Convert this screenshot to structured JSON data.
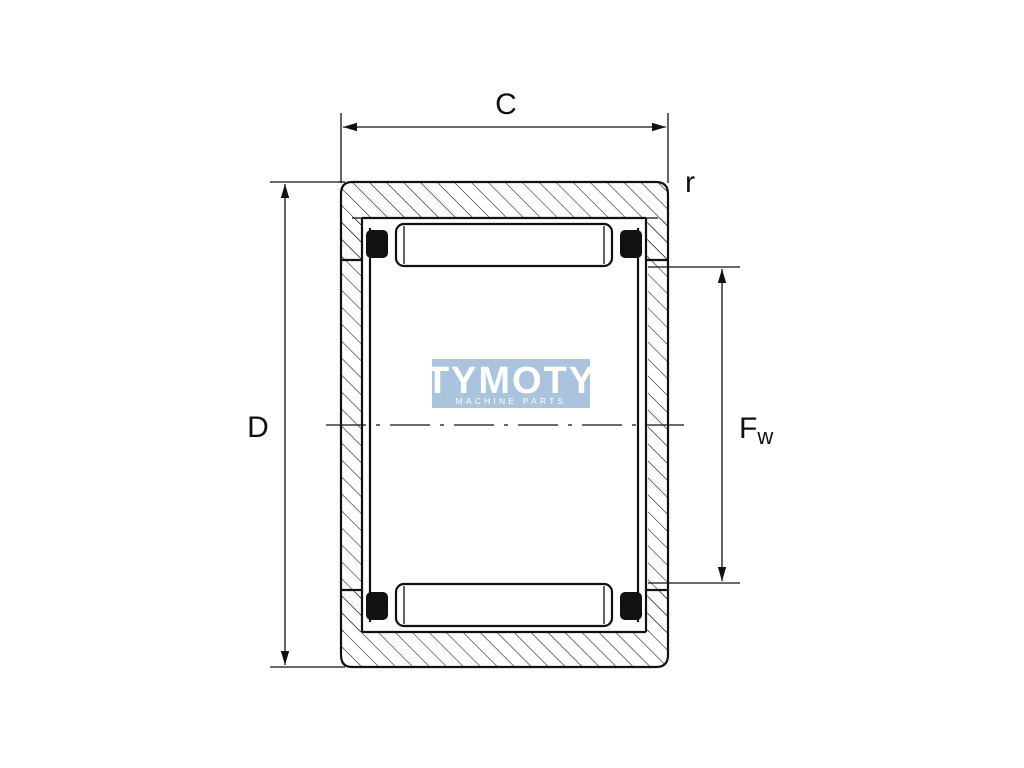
{
  "labels": {
    "width": "C",
    "radius": "r",
    "outer_diameter": "D",
    "inner_diameter_main": "F",
    "inner_diameter_sub": "w"
  },
  "watermark": {
    "brand": "TYMOTY",
    "tagline": "MACHINE PARTS",
    "bg_color": "#a9c4dc",
    "text_color": "#ffffff"
  },
  "colors": {
    "line": "#111111",
    "background": "#ffffff"
  }
}
